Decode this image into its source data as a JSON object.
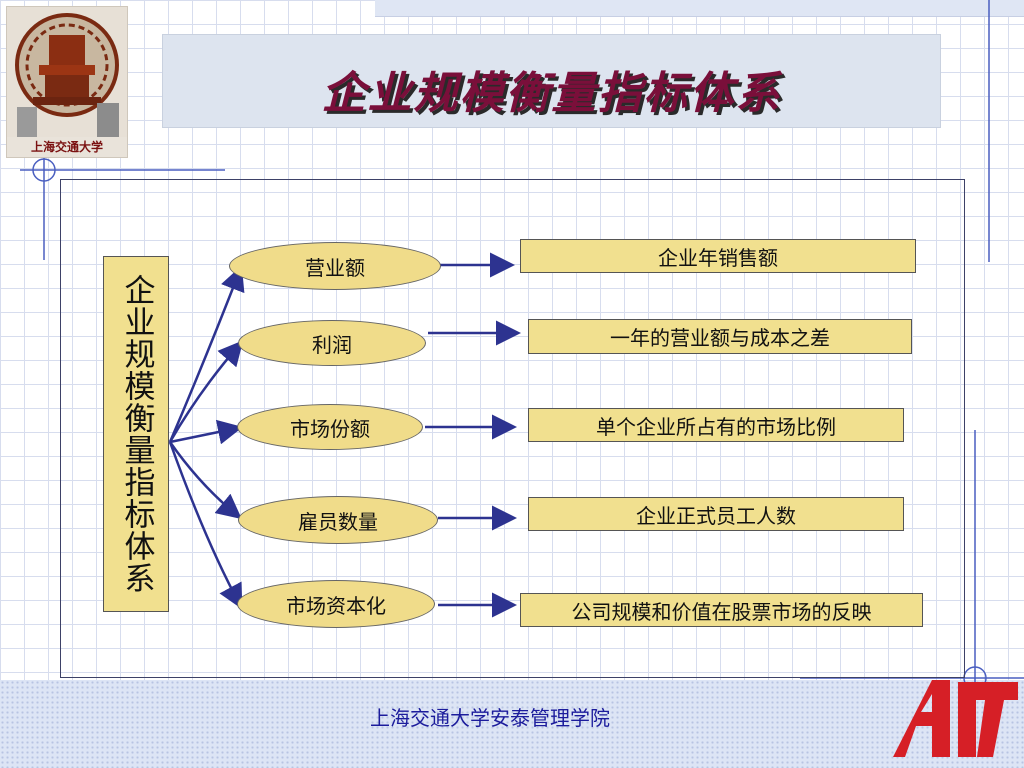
{
  "logo": {
    "caption": "上海交通大学",
    "icon": "university-seal-icon"
  },
  "title": "企业规模衡量指标体系",
  "root_label": "企业规模衡量指标体系",
  "metrics": [
    {
      "name": "营业额",
      "description": "企业年销售额"
    },
    {
      "name": "利润",
      "description": "一年的营业额与成本之差"
    },
    {
      "name": "市场份额",
      "description": "单个企业所占有的市场比例"
    },
    {
      "name": "雇员数量",
      "description": "企业正式员工人数"
    },
    {
      "name": "市场资本化",
      "description": "公司规模和价值在股票市场的反映"
    }
  ],
  "footer": "上海交通大学安泰管理学院",
  "footer_logo": "ait-logo-icon",
  "colors": {
    "title": "#7a0f3a",
    "box_fill": "#f1e08f",
    "arrow": "#2d3390",
    "footer_text": "#1c1c9c",
    "logo_red": "#d61f26"
  }
}
